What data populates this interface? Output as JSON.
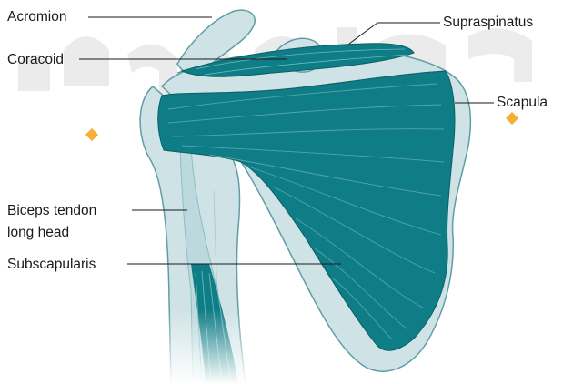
{
  "diagram": {
    "labels": {
      "acromion": "Acromion",
      "coracoid": "Coracoid",
      "supraspinatus": "Supraspinatus",
      "scapula": "Scapula",
      "biceps_line1": "Biceps tendon",
      "biceps_line2": "long head",
      "subscapularis": "Subscapularis"
    }
  },
  "watermark": {
    "text": "پرشک لاهور",
    "dot_color": "#f5a623"
  },
  "colors": {
    "bone_fill": "#cfe3e6",
    "bone_stroke": "#5e9ea6",
    "muscle_fill": "#0e7d86",
    "muscle_dark": "#0a5f67",
    "fiber_line": "#6fb6bd",
    "leader_line": "#1a1a1a"
  }
}
